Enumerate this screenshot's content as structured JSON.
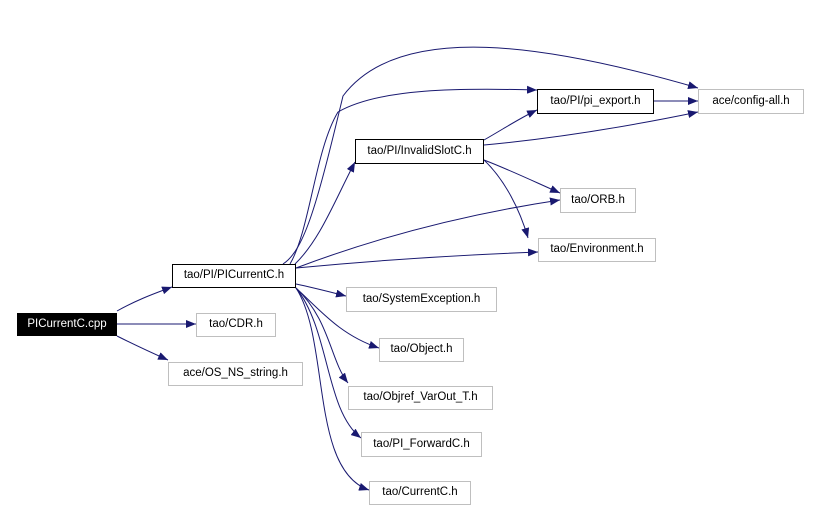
{
  "colors": {
    "edge": "#191970",
    "root_fill": "#000000",
    "root_text": "#ffffff",
    "node_border": "#000000",
    "external_border": "#bfbfbf"
  },
  "nodes": {
    "picurrentc_cpp": "PICurrentC.cpp",
    "picurrentc_h": "tao/PI/PICurrentC.h",
    "cdr_h": "tao/CDR.h",
    "os_ns_string_h": "ace/OS_NS_string.h",
    "pi_export_h": "tao/PI/pi_export.h",
    "config_all_h": "ace/config-all.h",
    "invalidslotc_h": "tao/PI/InvalidSlotC.h",
    "orb_h": "tao/ORB.h",
    "environment_h": "tao/Environment.h",
    "systemexception_h": "tao/SystemException.h",
    "object_h": "tao/Object.h",
    "objref_varout_t_h": "tao/Objref_VarOut_T.h",
    "pi_forwardc_h": "tao/PI_ForwardC.h",
    "currentc_h": "tao/CurrentC.h"
  }
}
